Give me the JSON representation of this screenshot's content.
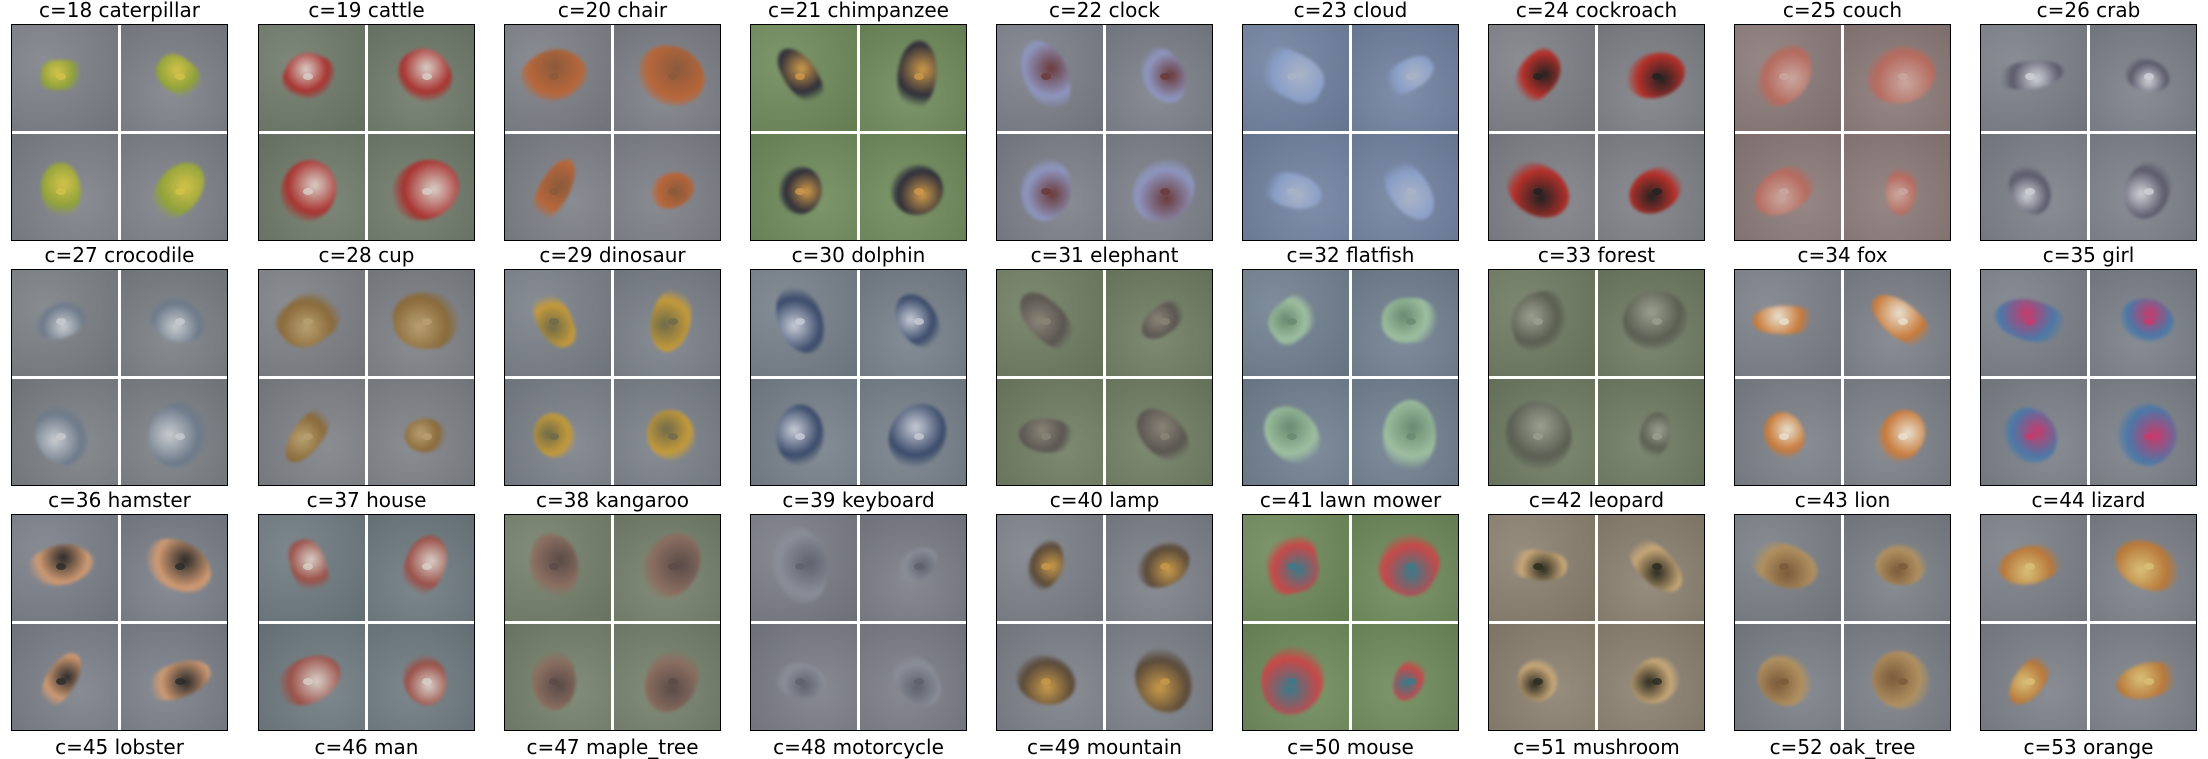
{
  "rows": [
    {
      "titles": [
        "c=18 caterpillar",
        "c=19 cattle",
        "c=20 chair",
        "c=21 chimpanzee",
        "c=22 clock",
        "c=23 cloud",
        "c=24 cockroach",
        "c=25 couch",
        "c=26 crab"
      ]
    },
    {
      "titles": [
        "c=27 crocodile",
        "c=28 cup",
        "c=29 dinosaur",
        "c=30 dolphin",
        "c=31 elephant",
        "c=32 flatfish",
        "c=33 forest",
        "c=34 fox",
        "c=35 girl"
      ]
    },
    {
      "titles": [
        "c=36 hamster",
        "c=37 house",
        "c=38 kangaroo",
        "c=39 keyboard",
        "c=40 lamp",
        "c=41 lawn mower",
        "c=42 leopard",
        "c=43 lion",
        "c=44 lizard"
      ]
    }
  ],
  "partial_row_titles": [
    "c=45 lobster",
    "c=46 man",
    "c=47 maple_tree",
    "c=48 motorcycle",
    "c=49 mountain",
    "c=50 mouse",
    "c=51 mushroom",
    "c=52 oak_tree",
    "c=53 orange"
  ],
  "styles": [
    {
      "bg": "#7d8088",
      "fg": "#8fa23a",
      "acc": "#d3c24a"
    },
    {
      "bg": "#6f7a6a",
      "fg": "#a8322f",
      "acc": "#d8d0c8"
    },
    {
      "bg": "#7c7f86",
      "fg": "#b8663a",
      "acc": "#8a5a3c"
    },
    {
      "bg": "#6f8a5a",
      "fg": "#2e2e3a",
      "acc": "#cf9a4a"
    },
    {
      "bg": "#7b7f88",
      "fg": "#8e96c0",
      "acc": "#6a3a3a"
    },
    {
      "bg": "#7082a0",
      "fg": "#8a9ec8",
      "acc": "#aab4c6"
    },
    {
      "bg": "#7e8086",
      "fg": "#b5302a",
      "acc": "#222222"
    },
    {
      "bg": "#8a7a78",
      "fg": "#b66a5e",
      "acc": "#c8a8a0"
    },
    {
      "bg": "#7c8088",
      "fg": "#5a5a6a",
      "acc": "#cfd2d8"
    },
    {
      "bg": "#7a7f84",
      "fg": "#6e7a8a",
      "acc": "#c8cccf"
    },
    {
      "bg": "#7d8086",
      "fg": "#8a6a3a",
      "acc": "#b8a070"
    },
    {
      "bg": "#7a8088",
      "fg": "#c49a3a",
      "acc": "#6e6a4a"
    },
    {
      "bg": "#76808a",
      "fg": "#3a4a6a",
      "acc": "#c8ccd6"
    },
    {
      "bg": "#6f7d62",
      "fg": "#5a5550",
      "acc": "#8a8478"
    },
    {
      "bg": "#708090",
      "fg": "#9ec0a0",
      "acc": "#6a8a70"
    },
    {
      "bg": "#6e7a62",
      "fg": "#5a5e52",
      "acc": "#9aa090"
    },
    {
      "bg": "#7c8088",
      "fg": "#c87a3a",
      "acc": "#e8e0d0"
    },
    {
      "bg": "#7b8088",
      "fg": "#4a78a8",
      "acc": "#c83a6a"
    },
    {
      "bg": "#7a7f88",
      "fg": "#d09a72",
      "acc": "#2a2a2a"
    },
    {
      "bg": "#6e7a80",
      "fg": "#9a5048",
      "acc": "#d8d0c8"
    },
    {
      "bg": "#74806a",
      "fg": "#8a6e60",
      "acc": "#5a4a48"
    },
    {
      "bg": "#7a7c86",
      "fg": "#8a8e98",
      "acc": "#5e626c"
    },
    {
      "bg": "#7c8088",
      "fg": "#5a4a3a",
      "acc": "#c89a4a"
    },
    {
      "bg": "#6e8a5a",
      "fg": "#c84848",
      "acc": "#3a7a8a"
    },
    {
      "bg": "#8a8070",
      "fg": "#c8a878",
      "acc": "#2a2a20"
    },
    {
      "bg": "#7a7f86",
      "fg": "#b09060",
      "acc": "#7a5a3a"
    },
    {
      "bg": "#7c8088",
      "fg": "#b8783a",
      "acc": "#d8c078"
    }
  ]
}
